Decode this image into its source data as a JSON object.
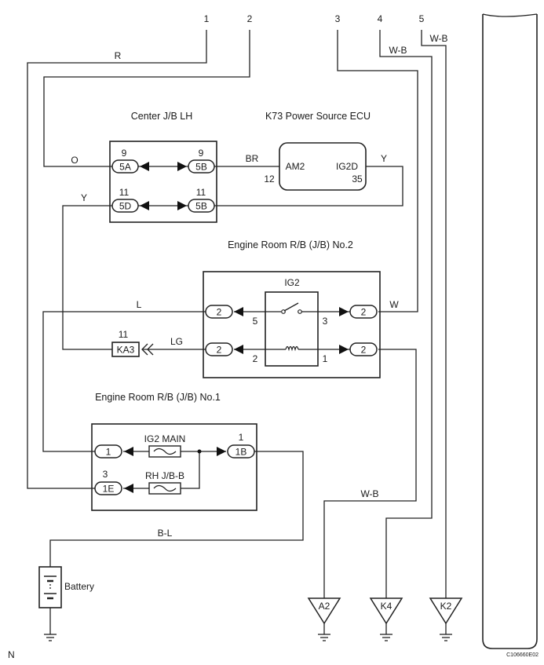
{
  "pins": [
    "1",
    "2",
    "3",
    "4",
    "5"
  ],
  "wire_colors": {
    "r": "R",
    "o": "O",
    "br": "BR",
    "y_ecu": "Y",
    "y_left": "Y",
    "w_b4": "W-B",
    "w_b5": "W-B",
    "l": "L",
    "w": "W",
    "lg": "LG",
    "w_b_ground": "W-B",
    "b_l": "B-L"
  },
  "center_jb": {
    "title": "Center J/B LH",
    "connectors": [
      {
        "label": "5A",
        "pin": "9"
      },
      {
        "label": "5B",
        "pin": "9"
      },
      {
        "label": "5D",
        "pin": "11"
      },
      {
        "label": "5B",
        "pin": "11"
      }
    ]
  },
  "ecu": {
    "title": "K73 Power Source ECU",
    "terminal_left": "AM2",
    "terminal_right": "IG2D",
    "pin_left": "12",
    "pin_right": "35"
  },
  "rb2": {
    "title": "Engine Room R/B (J/B) No.2",
    "relay": "IG2",
    "connectors": [
      "2",
      "2",
      "2",
      "2"
    ],
    "relay_pins": [
      "5",
      "3",
      "2",
      "1"
    ]
  },
  "ka3": {
    "label": "KA3",
    "pin": "11"
  },
  "rb1": {
    "title": "Engine Room R/B (J/B) No.1",
    "fuse1": "IG2 MAIN",
    "fuse2": "RH J/B-B",
    "connectors": [
      {
        "label": "1",
        "pin": ""
      },
      {
        "label": "1B",
        "pin": "1"
      },
      {
        "label": "1E",
        "pin": "3"
      }
    ]
  },
  "battery": "Battery",
  "grounds": [
    "A2",
    "K4",
    "K2"
  ],
  "corner_left": "N",
  "corner_right": "C106660E02"
}
